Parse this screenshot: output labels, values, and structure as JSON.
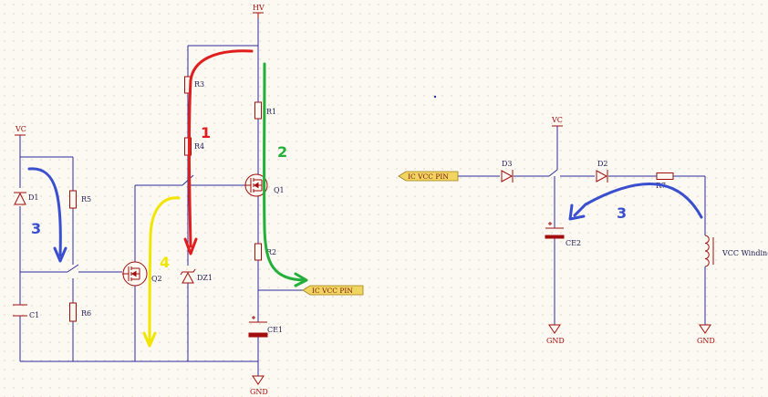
{
  "power": {
    "hv": "HV",
    "vc_left": "VC",
    "vc_right": "VC",
    "gnd_main": "GND",
    "gnd_ce2": "GND",
    "gnd_winding": "GND"
  },
  "components": {
    "r1": "R1",
    "r2": "R2",
    "r3": "R3",
    "r4": "R4",
    "r5": "R5",
    "r6": "R6",
    "r7": "R7",
    "d1": "D1",
    "d2": "D2",
    "d3": "D3",
    "dz1": "DZ1",
    "q1": "Q1",
    "q2": "Q2",
    "c1": "C1",
    "ce1": "CE1",
    "ce2": "CE2",
    "winding": "VCC Winding"
  },
  "ports": {
    "left_ic_vcc": "IC VCC PIN",
    "right_ic_vcc": "IC VCC PIN"
  },
  "annotations": {
    "path1": {
      "label": "1",
      "color": "#e01e1e"
    },
    "path2": {
      "label": "2",
      "color": "#22b03a"
    },
    "path3_left": {
      "label": "3",
      "color": "#3a4fd0"
    },
    "path3_right": {
      "label": "3",
      "color": "#3a4fd0"
    },
    "path4": {
      "label": "4",
      "color": "#f2e600"
    }
  }
}
